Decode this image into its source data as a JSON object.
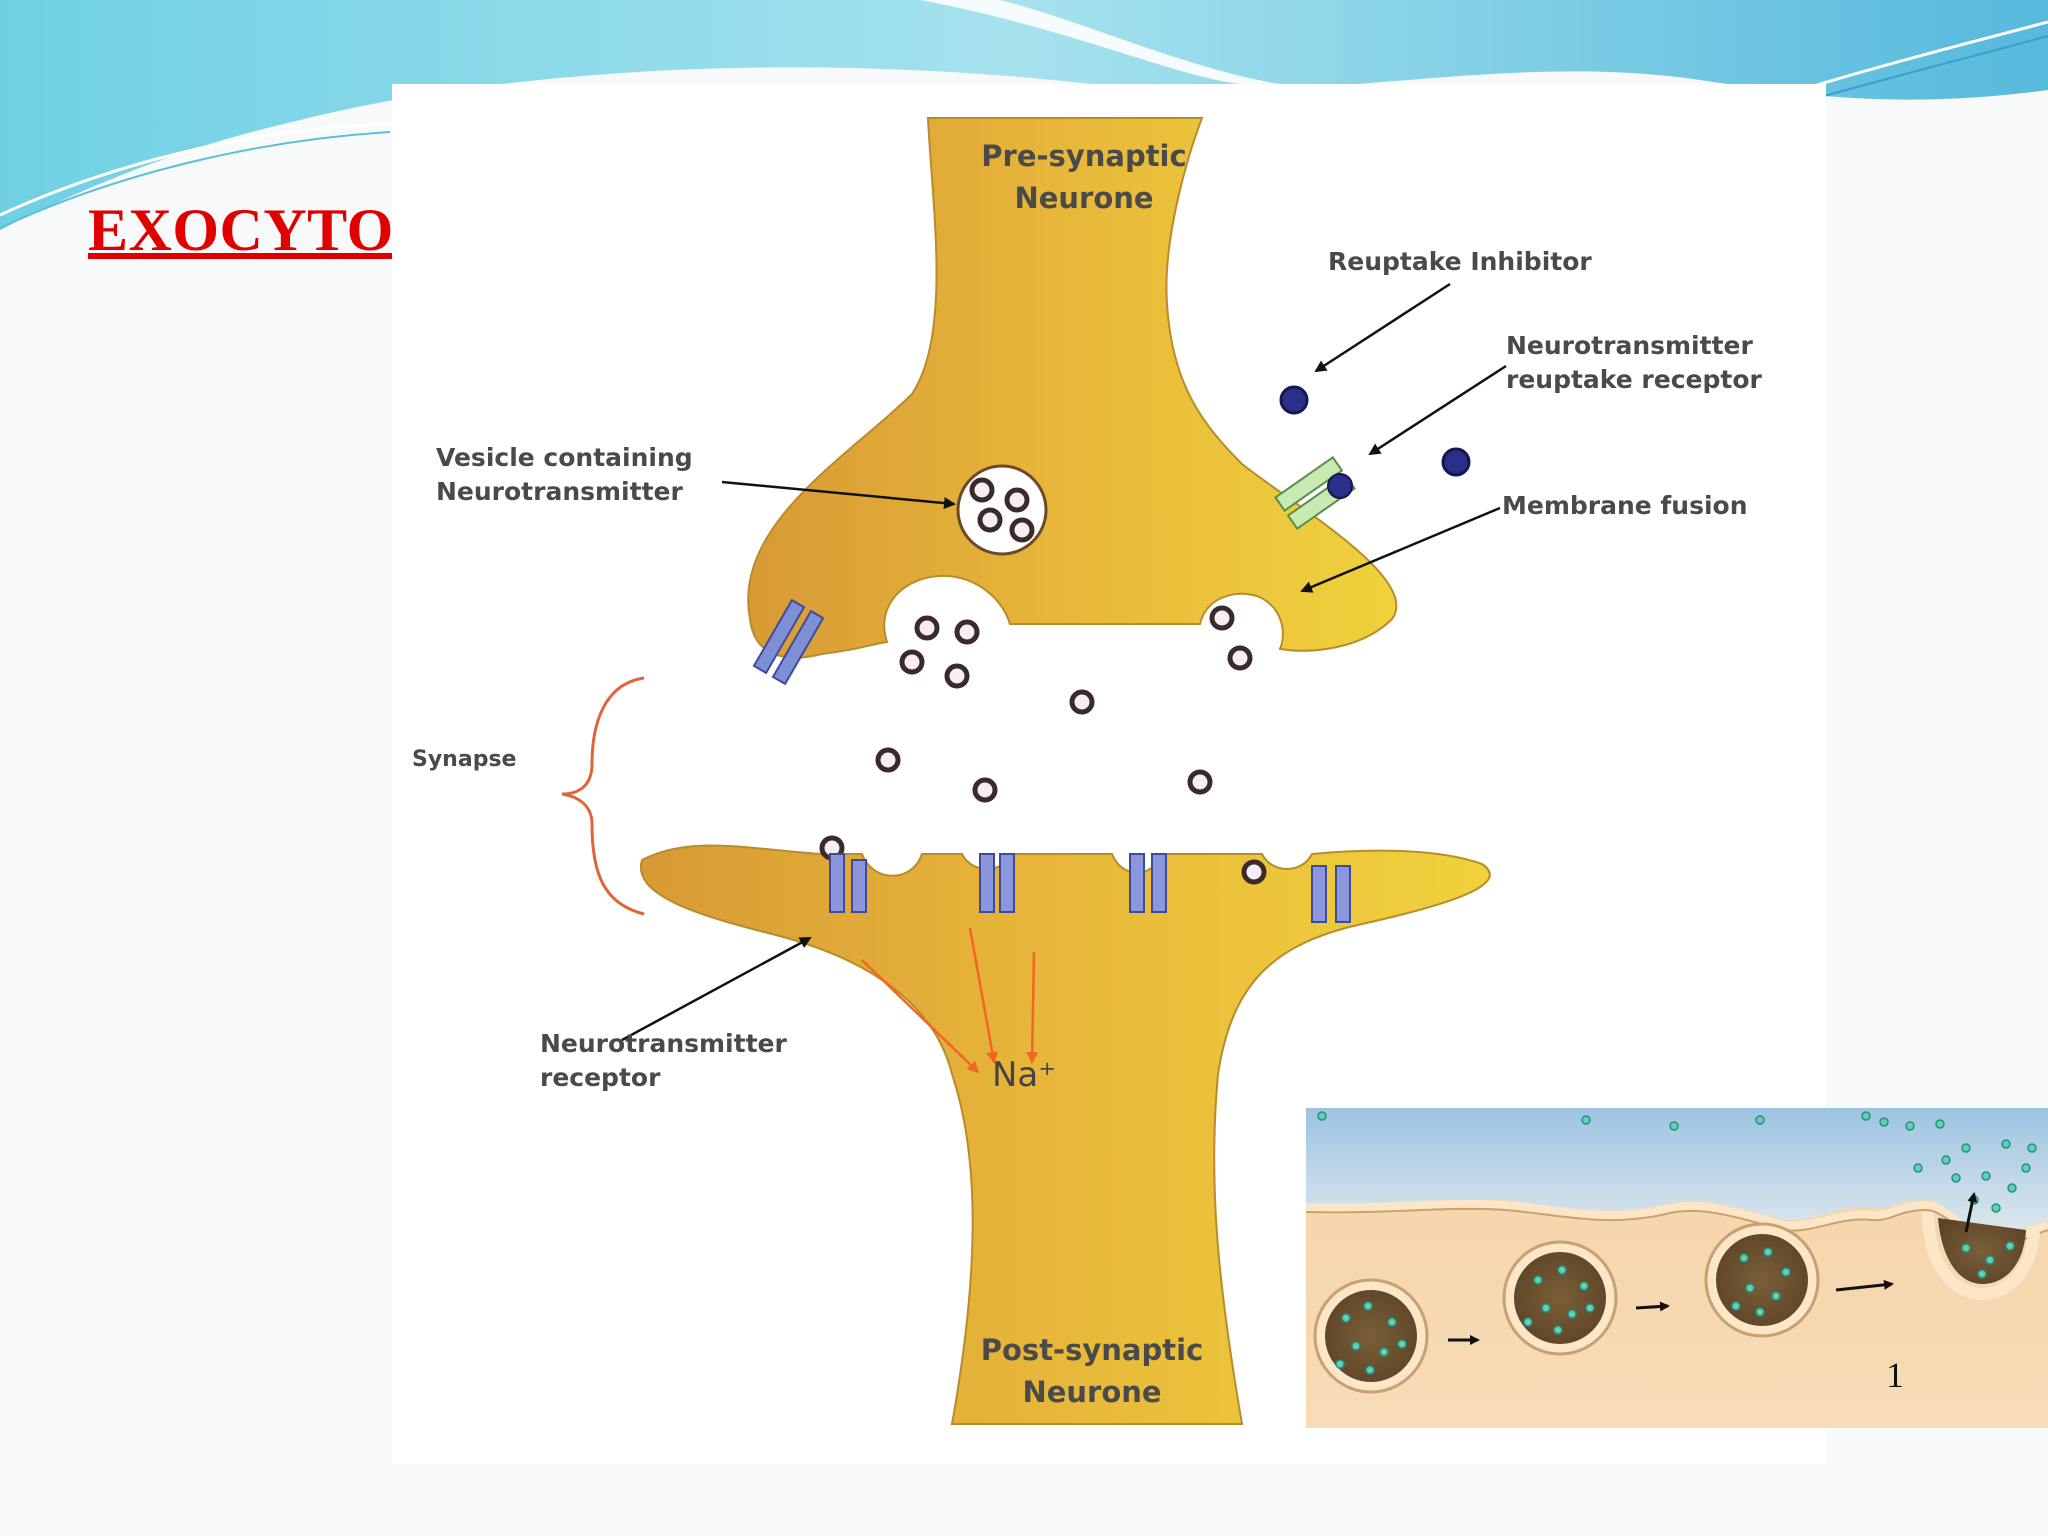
{
  "slide": {
    "title": "EXOCYTOSIS:",
    "colors": {
      "title": "#e00000",
      "banner": "#7fd3e6",
      "neurone": "#e8b83a"
    }
  },
  "diagram": {
    "pre_synaptic_line1": "Pre-synaptic",
    "pre_synaptic_line2": "Neurone",
    "post_synaptic_line1": "Post-synaptic",
    "post_synaptic_line2": "Neurone",
    "reuptake_inhibitor": "Reuptake Inhibitor",
    "reuptake_receptor_line1": "Neurotransmitter",
    "reuptake_receptor_line2": "reuptake receptor",
    "membrane_fusion": "Membrane fusion",
    "vesicle_line1": "Vesicle containing",
    "vesicle_line2": "Neurotransmitter",
    "synapse": "Synapse",
    "receptor_line1": "Neurotransmitter",
    "receptor_line2": "receptor",
    "sodium": "Na⁺"
  },
  "inset": {
    "figure_number": "1"
  }
}
